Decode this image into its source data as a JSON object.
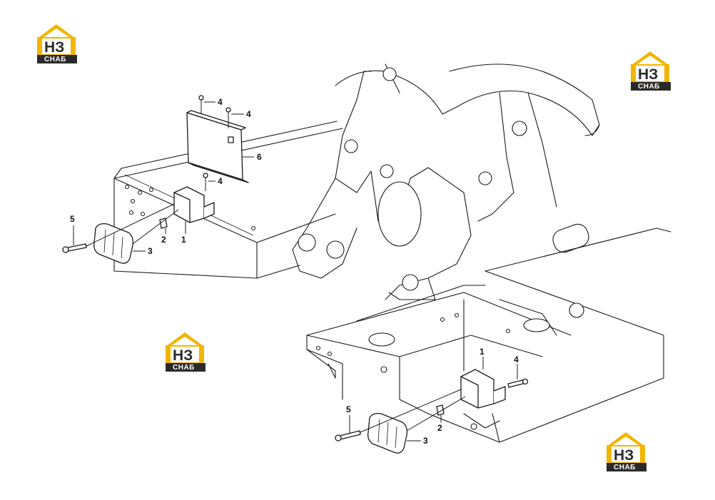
{
  "logo": {
    "letters": "НЗ",
    "word": "СНАБ",
    "accent": "#f2b500",
    "dark": "#2a2a2a"
  },
  "callouts": {
    "upper": [
      "4",
      "4",
      "4",
      "6",
      "5",
      "2",
      "1",
      "3"
    ],
    "lower": [
      "1",
      "4",
      "5",
      "2",
      "3"
    ]
  }
}
